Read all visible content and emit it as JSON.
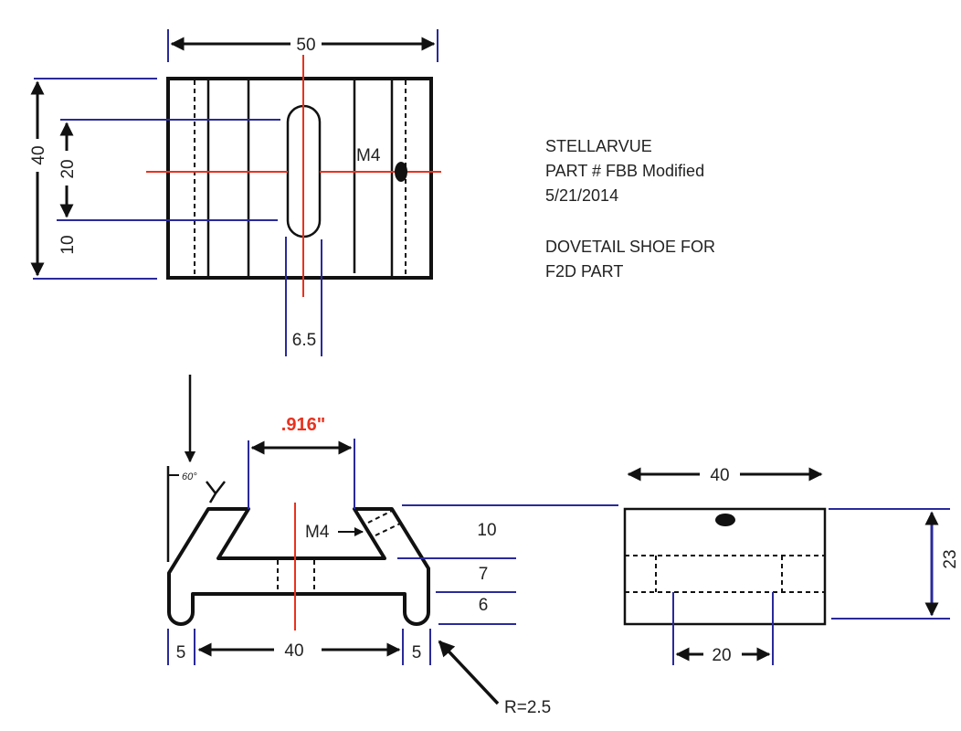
{
  "title_block": {
    "company": "STELLARVUE",
    "part": "PART # FBB Modified",
    "date": "5/21/2014",
    "desc1": "DOVETAIL SHOE FOR",
    "desc2": "F2D PART"
  },
  "top_view": {
    "width_dim": "50",
    "height_dim": "40",
    "slot_length_dim": "20",
    "slot_offset_dim": "10",
    "slot_width_dim": "6.5",
    "hole_label": "M4"
  },
  "front_view": {
    "dovetail_width": ".916\"",
    "angle": "60°",
    "hole_label": "M4",
    "h1": "10",
    "h2": "7",
    "h3": "6",
    "base_width": "40",
    "lip_left": "5",
    "lip_right": "5",
    "radius": "R=2.5"
  },
  "side_view": {
    "width_dim": "40",
    "height_dim": "23",
    "slot_dim": "20"
  },
  "colors": {
    "dimension": "#2a2a9a",
    "centerline": "#e8321e",
    "accent_text": "#e8321e"
  }
}
